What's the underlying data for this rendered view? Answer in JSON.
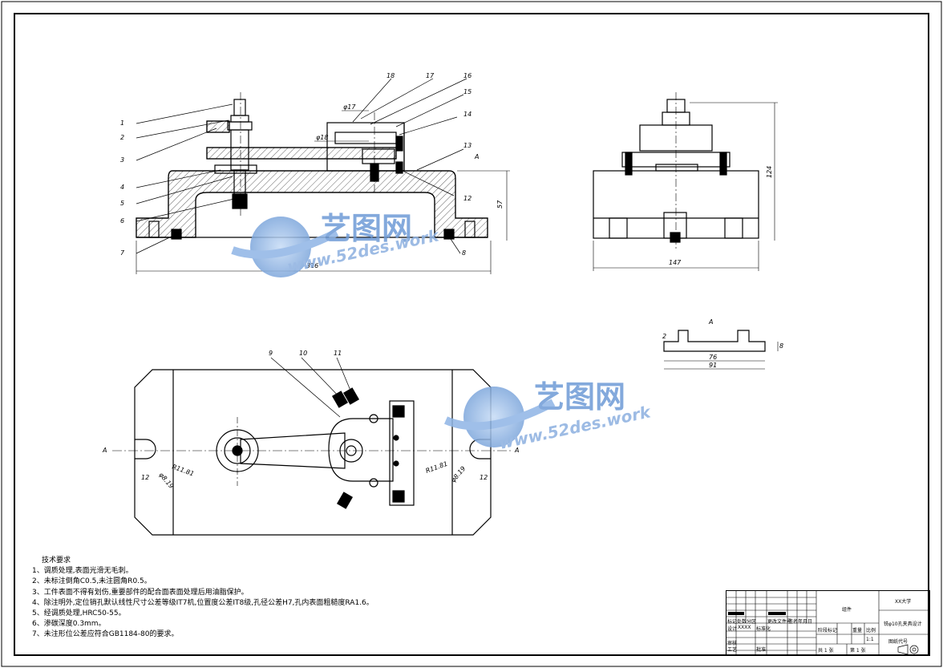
{
  "watermark": {
    "brand_cn": "艺图网",
    "url": "www.52des.work"
  },
  "leader_labels": [
    "1",
    "2",
    "3",
    "4",
    "5",
    "6",
    "7",
    "8",
    "9",
    "10",
    "11",
    "12",
    "13",
    "14",
    "15",
    "16",
    "17",
    "18"
  ],
  "section_marks": {
    "a": "A",
    "a_left": "A",
    "a_right": "A",
    "a_top": "A"
  },
  "dimensions": {
    "overall_length": "316",
    "height_57": "57",
    "side_width": "147",
    "side_height": "124",
    "phi18": "φ18",
    "phi17": "φ17",
    "r11_left": "R11.81",
    "r11_right": "R11.81",
    "dim_12_left": "12",
    "dim_12_right": "12",
    "dim_phi_left": "φ8.19",
    "dim_phi_right": "φ8.19",
    "detail_76": "76",
    "detail_91": "91",
    "detail_2": "2",
    "detail_8": "8"
  },
  "technical_requirements": {
    "title": "技术要求",
    "items": [
      "1、调质处理,表面光滑无毛刺。",
      "2、未标注倒角C0.5,未注圆角R0.5。",
      "3、工件表面不得有划伤,重要部件的配合面表面处理后用油脂保护。",
      "4、除注明外,定位销孔默认线性尺寸公差等级IT7机,位置度公差IT8级,孔径公差H7,孔内表面粗糙度RA1.6。",
      "5、经调质处理,HRC50-55。",
      "6、渗碳深度0.3mm。",
      "7、未注形位公差应符合GB1184-80的要求。"
    ]
  },
  "title_block": {
    "school": "XX大学",
    "part_name": "组件",
    "design_title": "铣φ10孔夹具设计",
    "drawing_number": "图纸代号",
    "scale_label": "比例",
    "scale_value": "1:1",
    "weight_label": "重量",
    "stage_label": "阶段标记",
    "row_labels": [
      "标记",
      "处数",
      "分区",
      "更改文件号",
      "签名",
      "年月日"
    ],
    "design_label": "设计",
    "design_value": "XXXX",
    "standard_label": "标准化",
    "review_label": "审核",
    "process_label": "工艺",
    "approve_label": "批准",
    "sheet_total": "共 1 张",
    "sheet_no": "第 1 张"
  }
}
